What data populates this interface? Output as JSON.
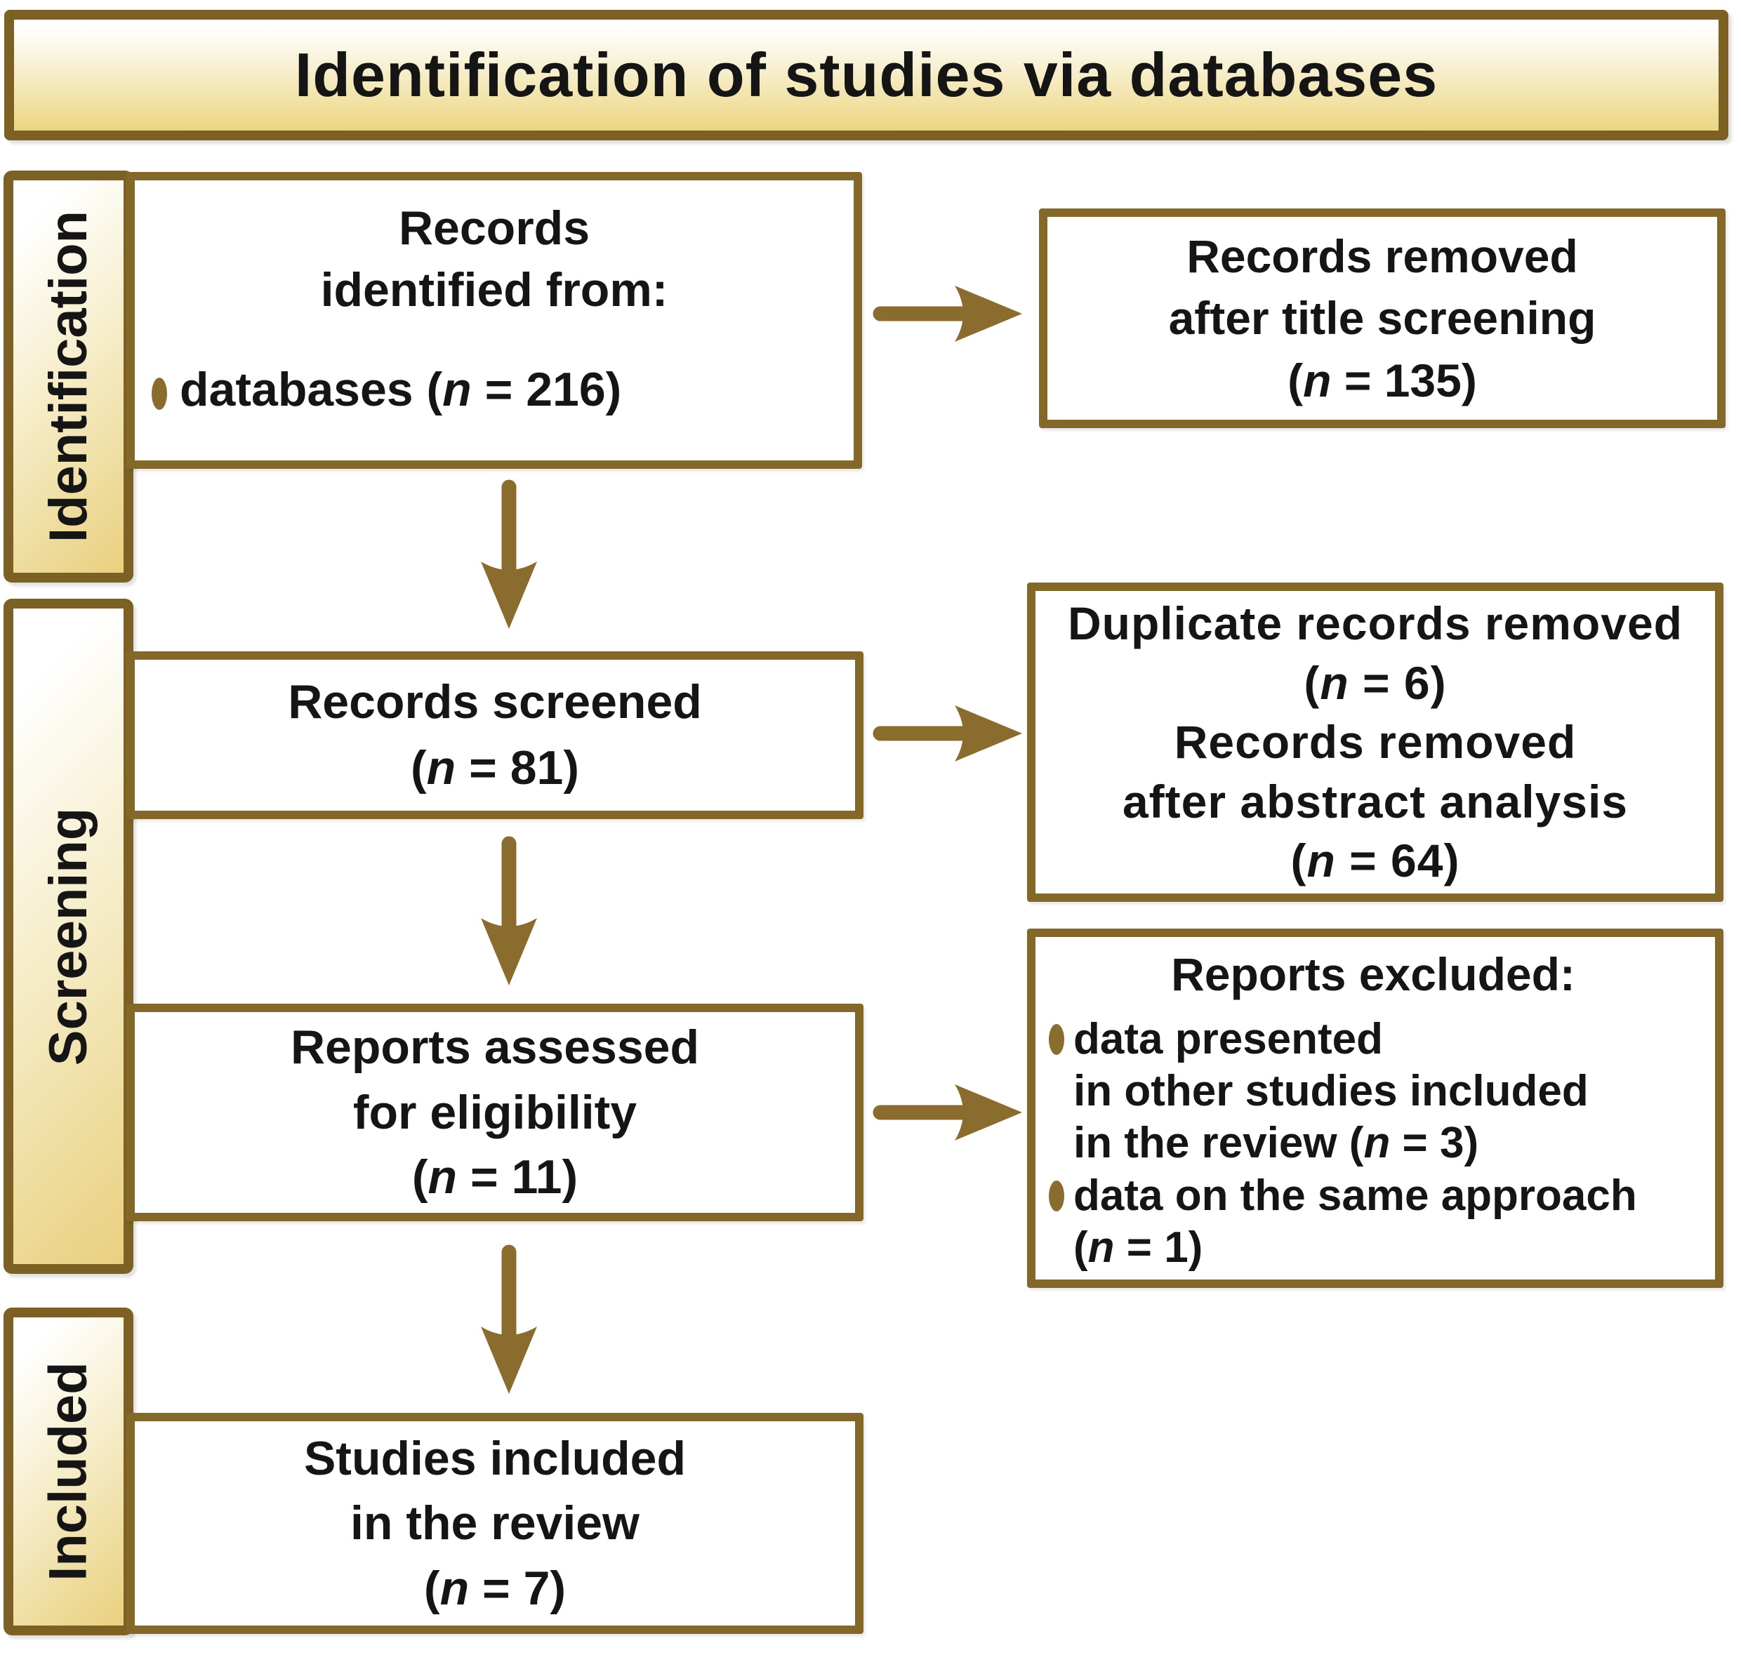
{
  "title": "Identification of studies via databases",
  "sidebar": [
    {
      "label": "Identification"
    },
    {
      "label": "Screening"
    },
    {
      "label": "Included"
    }
  ],
  "flow": {
    "records_identified": {
      "lines": [
        "Records",
        "identified from:"
      ],
      "bullets": [
        "databases (*n* = 216)"
      ]
    },
    "records_screened": {
      "lines": [
        "Records screened",
        "(*n* = 81)"
      ]
    },
    "reports_assessed": {
      "lines": [
        "Reports assessed",
        "for eligibility",
        "(*n* = 11)"
      ]
    },
    "studies_included": {
      "lines": [
        "Studies included",
        "in the review",
        "(*n* = 7)"
      ]
    }
  },
  "side_results": {
    "title_screening": {
      "lines": [
        "Records removed",
        "after title screening",
        "(*n* = 135)"
      ]
    },
    "duplicates_abstract": {
      "lines": [
        "Duplicate records removed",
        "(*n* = 6)",
        "Records removed",
        "after abstract analysis",
        "(*n* = 64)"
      ]
    },
    "reports_excluded": {
      "heading": "Reports excluded:",
      "bullets": [
        [
          "data presented",
          "in other studies included",
          "in the review (*n* = 3)"
        ],
        [
          "data on the same approach",
          "(*n* = 1)"
        ]
      ]
    }
  },
  "counts": {
    "identified": 216,
    "removed_title_screening": 135,
    "screened": 81,
    "duplicates_removed": 6,
    "removed_abstract_analysis": 64,
    "assessed_eligibility": 11,
    "excluded_other_studies": 3,
    "excluded_same_approach": 1,
    "included_in_review": 7
  },
  "colors": {
    "banner_border": "#7d6124",
    "box_border": "#846829",
    "arrow": "#8a6d2e",
    "bullet": "#8a6d2e",
    "gold_fill": "#ecd67f",
    "text": "#151515"
  }
}
